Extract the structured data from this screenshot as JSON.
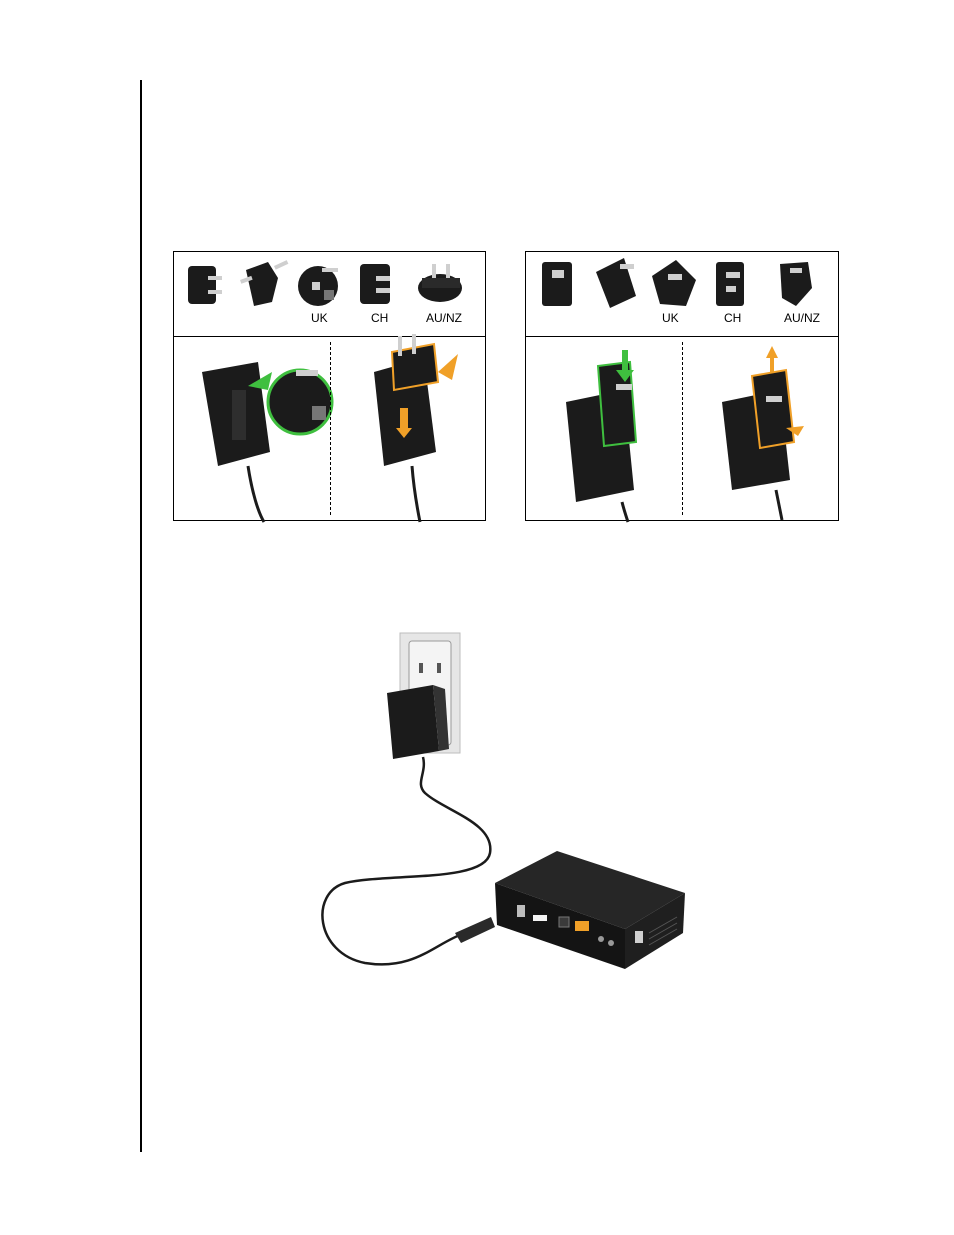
{
  "figures": {
    "left_panel": {
      "plug_labels": [
        "UK",
        "CH",
        "AU/NZ"
      ]
    },
    "right_panel": {
      "plug_labels": [
        "UK",
        "CH",
        "AU/NZ"
      ]
    },
    "colors": {
      "adapter_body": "#1b1b1b",
      "green_arrow": "#3fbf3f",
      "orange_arrow": "#f0a028",
      "wall_plate": "#e6e6e6",
      "wall": "#f2f2f2"
    }
  }
}
